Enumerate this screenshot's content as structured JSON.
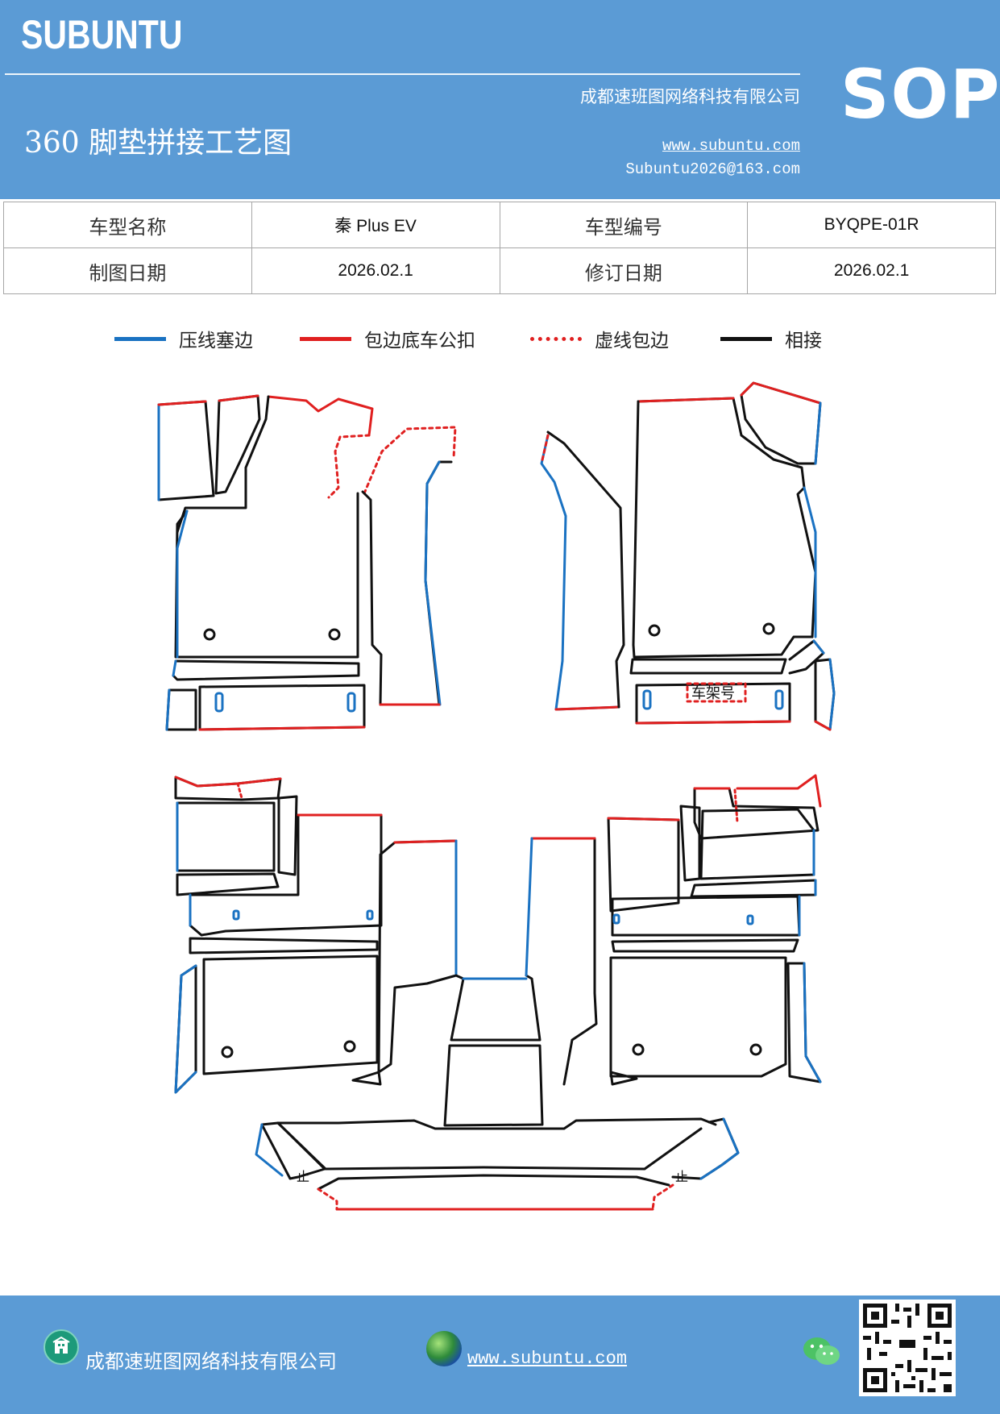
{
  "header": {
    "brand": "SUBUNTU",
    "company": "成都速班图网络科技有限公司",
    "title": "360 脚垫拼接工艺图",
    "url": "www.subuntu.com",
    "email": "Subuntu2026@163.com",
    "badge": "SOP"
  },
  "info_table": {
    "row1": {
      "label1": "车型名称",
      "value1": "秦 Plus EV",
      "label2": "车型编号",
      "value2": "BYQPE-01R"
    },
    "row2": {
      "label1": "制图日期",
      "value1": "2026.02.1",
      "label2": "修订日期",
      "value2": "2026.02.1"
    }
  },
  "legend": [
    {
      "label": "压线塞边",
      "color": "#1a72c2",
      "style": "solid"
    },
    {
      "label": "包边底车公扣",
      "color": "#e02020",
      "style": "solid"
    },
    {
      "label": "虚线包边",
      "color": "#e02020",
      "style": "dotted"
    },
    {
      "label": "相接",
      "color": "#111111",
      "style": "solid"
    }
  ],
  "drawing": {
    "frame_label": "车架号",
    "marks": [
      "止",
      "止"
    ]
  },
  "footer": {
    "company": "成都速班图网络科技有限公司",
    "url": "www.subuntu.com ",
    "icons": [
      "building-icon",
      "globe-icon",
      "wechat-icon",
      "qr-code"
    ]
  },
  "colors": {
    "header_bg": "#5b9bd5",
    "blue_line": "#1a72c2",
    "red_line": "#e02020",
    "black_line": "#111111"
  }
}
